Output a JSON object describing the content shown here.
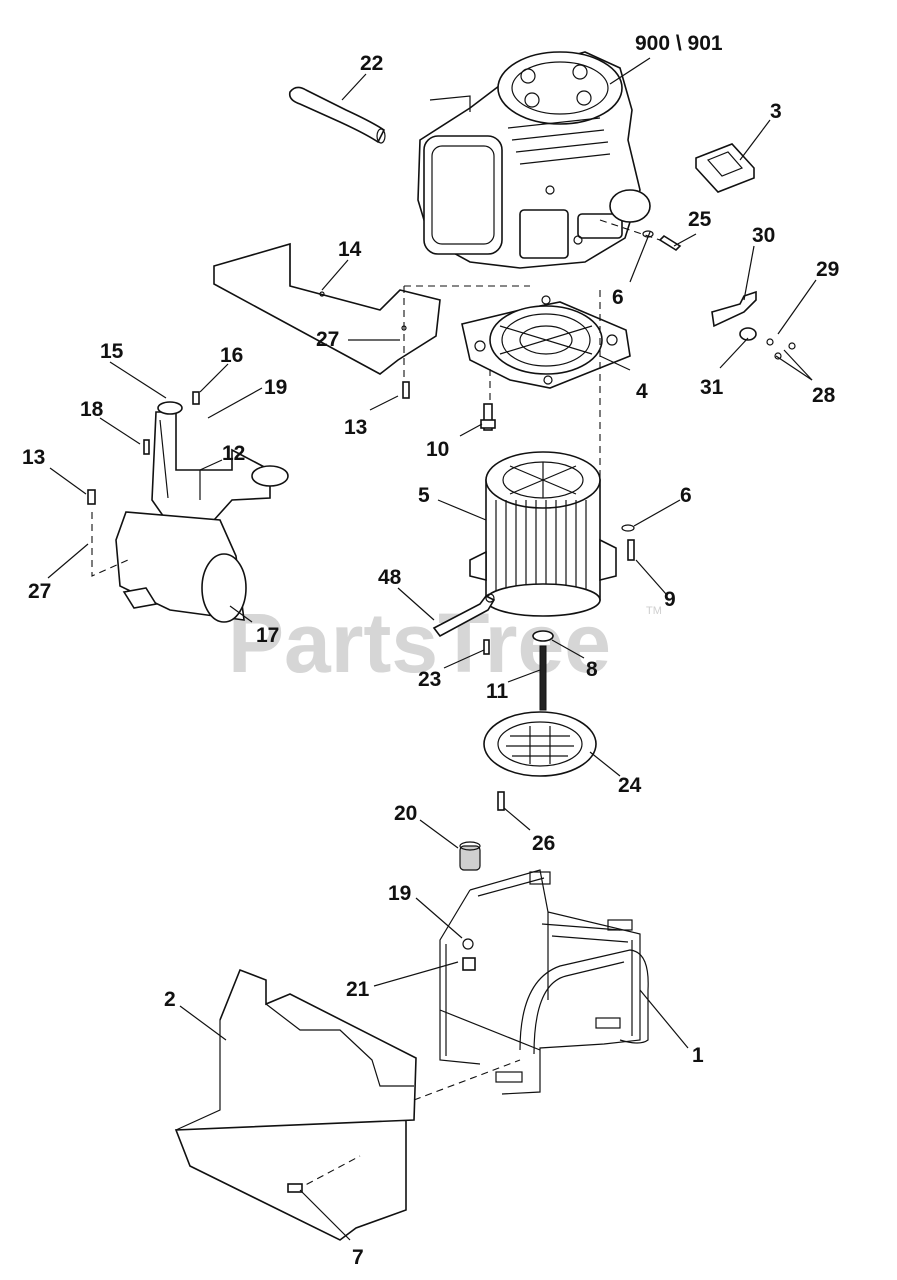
{
  "watermark": {
    "text": "PartsTree",
    "trademark": "TM"
  },
  "callouts": [
    {
      "id": "c-900-901",
      "text": "900 \\ 901"
    },
    {
      "id": "c-22",
      "text": "22"
    },
    {
      "id": "c-3",
      "text": "3"
    },
    {
      "id": "c-25",
      "text": "25"
    },
    {
      "id": "c-14",
      "text": "14"
    },
    {
      "id": "c-30",
      "text": "30"
    },
    {
      "id": "c-29",
      "text": "29"
    },
    {
      "id": "c-6a",
      "text": "6"
    },
    {
      "id": "c-27a",
      "text": "27"
    },
    {
      "id": "c-4",
      "text": "4"
    },
    {
      "id": "c-31",
      "text": "31"
    },
    {
      "id": "c-28",
      "text": "28"
    },
    {
      "id": "c-15",
      "text": "15"
    },
    {
      "id": "c-16",
      "text": "16"
    },
    {
      "id": "c-19a",
      "text": "19"
    },
    {
      "id": "c-18",
      "text": "18"
    },
    {
      "id": "c-13a",
      "text": "13"
    },
    {
      "id": "c-13b",
      "text": "13"
    },
    {
      "id": "c-12",
      "text": "12"
    },
    {
      "id": "c-10",
      "text": "10"
    },
    {
      "id": "c-5",
      "text": "5"
    },
    {
      "id": "c-6b",
      "text": "6"
    },
    {
      "id": "c-27b",
      "text": "27"
    },
    {
      "id": "c-17",
      "text": "17"
    },
    {
      "id": "c-48",
      "text": "48"
    },
    {
      "id": "c-9",
      "text": "9"
    },
    {
      "id": "c-23",
      "text": "23"
    },
    {
      "id": "c-8",
      "text": "8"
    },
    {
      "id": "c-11",
      "text": "11"
    },
    {
      "id": "c-24",
      "text": "24"
    },
    {
      "id": "c-20",
      "text": "20"
    },
    {
      "id": "c-26",
      "text": "26"
    },
    {
      "id": "c-19b",
      "text": "19"
    },
    {
      "id": "c-21",
      "text": "21"
    },
    {
      "id": "c-2",
      "text": "2"
    },
    {
      "id": "c-1",
      "text": "1"
    },
    {
      "id": "c-7",
      "text": "7"
    }
  ]
}
